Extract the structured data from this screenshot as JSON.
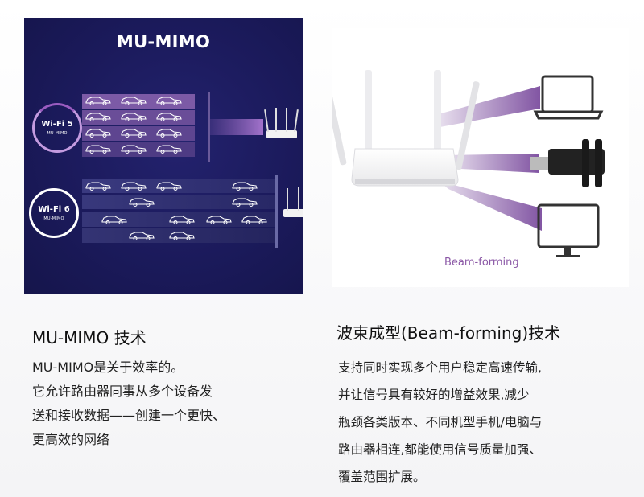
{
  "mumimo_panel": {
    "title": "MU-MIMO",
    "wifi5": {
      "title": "Wi-Fi 5",
      "sub": "MU-MIMO"
    },
    "wifi6": {
      "title": "Wi-Fi 6",
      "sub": "MU-MIMO"
    },
    "colors": {
      "background": "#1b1a5b",
      "wifi5_ring": "#9a5cc0",
      "band": "#8e64b2"
    }
  },
  "beam_panel": {
    "label": "Beam-forming",
    "devices": [
      "laptop-icon",
      "usb-wifi-adapter-icon",
      "monitor-icon"
    ],
    "colors": {
      "beam": "#7b4c9e"
    }
  },
  "left_text": {
    "title": "MU-MIMO 技术",
    "lines": [
      "MU-MIMO是关于效率的。",
      "它允许路由器同事从多个设备发",
      "送和接收数据——创建一个更快、",
      "更高效的网络"
    ]
  },
  "right_text": {
    "title": "波束成型(Beam-forming)技术",
    "lines": [
      "支持同时实现多个用户稳定高速传输,",
      "并让信号具有较好的增益效果,减少",
      "瓶颈各类版本、不同机型手机/电脑与",
      "路由器相连,都能使用信号质量加强、",
      "覆盖范围扩展。"
    ]
  }
}
